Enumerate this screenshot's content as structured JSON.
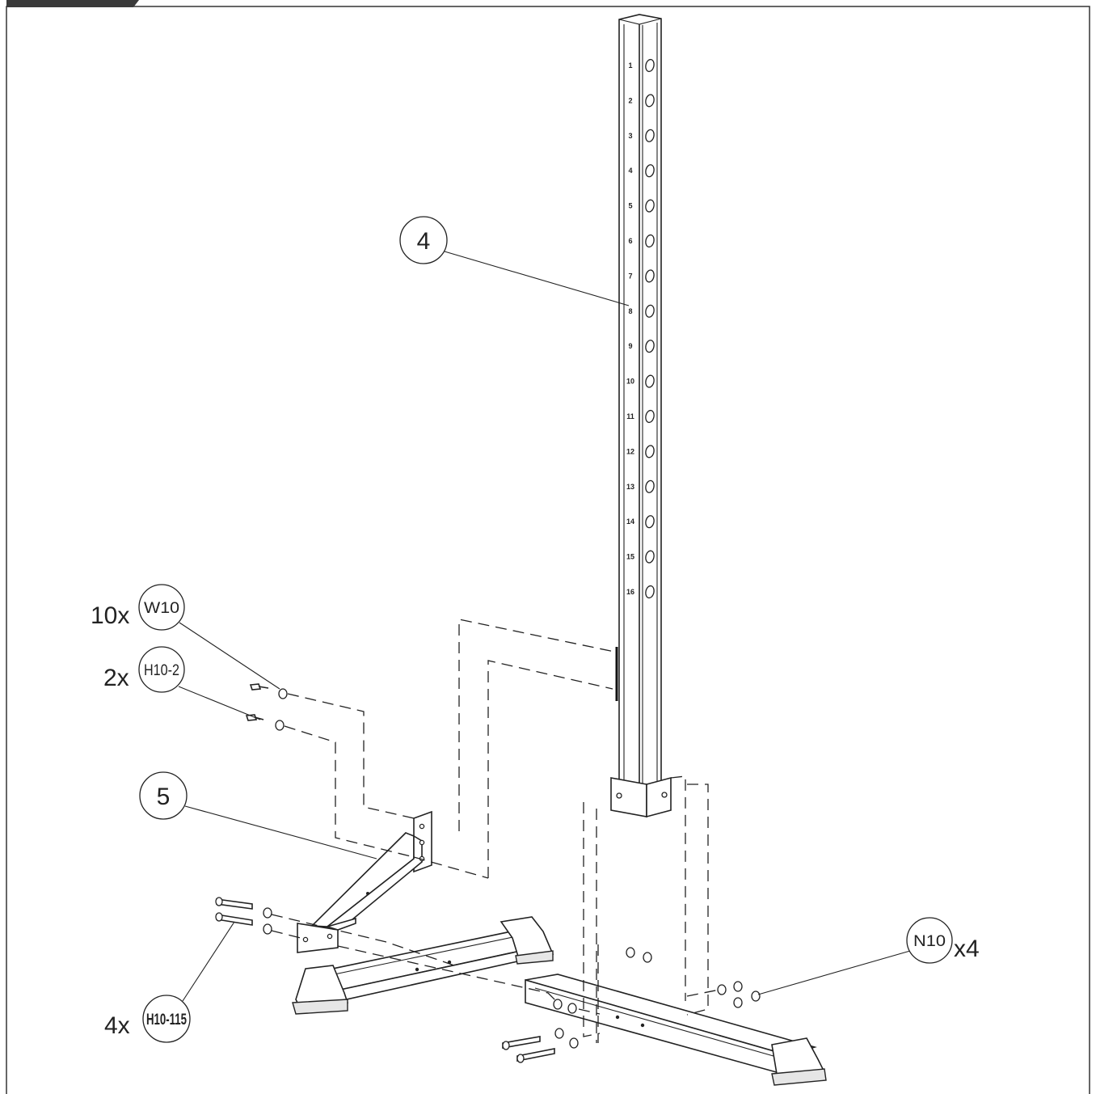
{
  "callouts": {
    "part4": "4",
    "part5": "5",
    "w10": {
      "code": "W10",
      "qty": "10x"
    },
    "h10_2": {
      "code": "H10-2",
      "qty": "2x"
    },
    "h10_115": {
      "code": "H10-115",
      "qty": "4x"
    },
    "n10": {
      "code": "N10",
      "qty": "x4"
    }
  },
  "upright_hole_numbers": [
    "1",
    "2",
    "3",
    "4",
    "5",
    "6",
    "7",
    "8",
    "9",
    "10",
    "11",
    "12",
    "13",
    "14",
    "15",
    "16"
  ]
}
